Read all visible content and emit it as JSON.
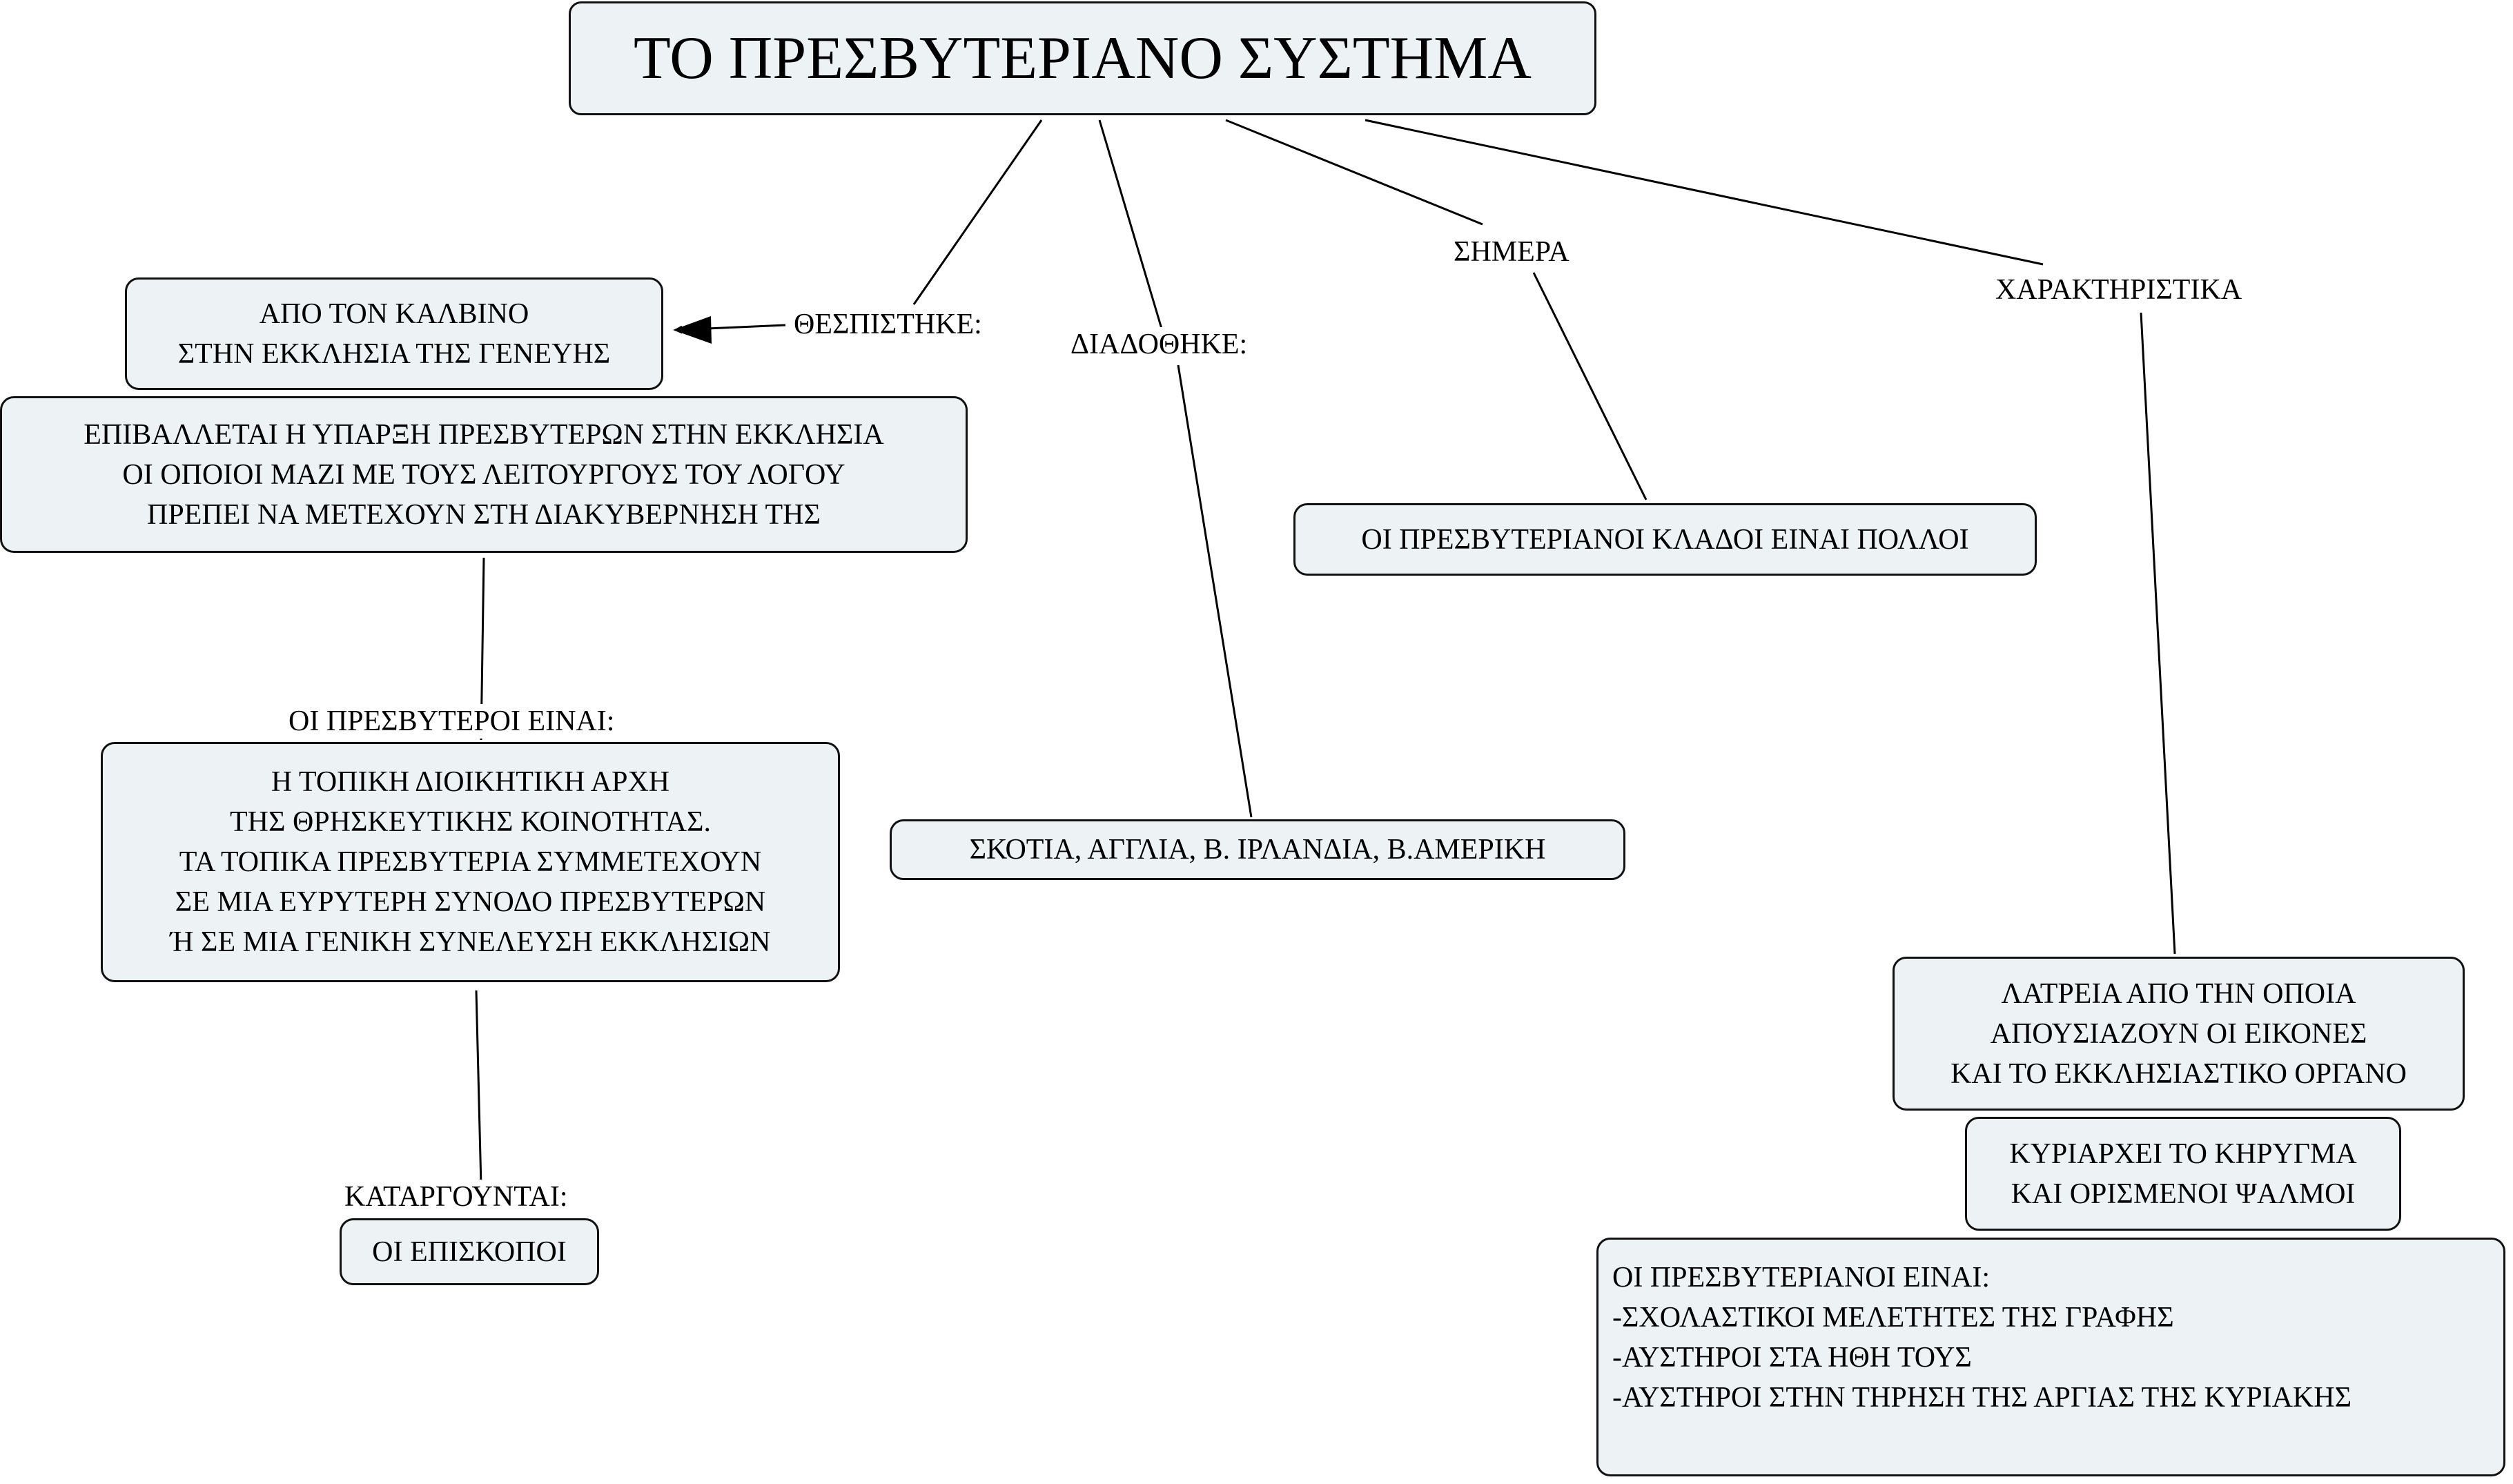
{
  "title": "ΤΟ ΠΡΕΣΒΥΤΕΡΙΑΝΟ ΣΥΣΤΗΜΑ",
  "links": {
    "established": "ΘΕΣΠΙΣΤΗΚΕ:",
    "spread": "ΔΙΑΔΟΘΗΚΕ:",
    "today": "ΣΗΜΕΡΑ",
    "features": "ΧΑΡΑΚΤΗΡΙΣΤΙΚΑ",
    "elders_are": "ΟΙ ΠΡΕΣΒΥΤΕΡΟΙ ΕΙΝΑΙ:",
    "abolished": "ΚΑΤΑΡΓΟΥΝΤΑΙ:"
  },
  "nodes": {
    "calvin": "ΑΠΟ ΤΟΝ ΚΑΛΒΙΝΟ\nΣΤΗΝ ΕΚΚΛΗΣΙΑ ΤΗΣ ΓΕΝΕΥΗΣ",
    "elders_required": "ΕΠΙΒΑΛΛΕΤΑΙ Η ΥΠΑΡΞΗ ΠΡΕΣΒΥΤΕΡΩΝ ΣΤΗΝ ΕΚΚΛΗΣΙΑ\nΟΙ ΟΠΟΙΟΙ ΜΑΖΙ ΜΕ ΤΟΥΣ ΛΕΙΤΟΥΡΓΟΥΣ ΤΟΥ ΛΟΓΟΥ\nΠΡΕΠΕΙ ΝΑ ΜΕΤΕΧΟΥΝ ΣΤΗ ΔΙΑΚΥΒΕΡΝΗΣΗ ΤΗΣ",
    "local_authority": "Η ΤΟΠΙΚΗ ΔΙΟΙΚΗΤΙΚΗ ΑΡΧΗ\nΤΗΣ ΘΡΗΣΚΕΥΤΙΚΗΣ ΚΟΙΝΟΤΗΤΑΣ.\nΤΑ ΤΟΠΙΚΑ ΠΡΕΣΒΥΤΕΡΙΑ ΣΥΜΜΕΤΕΧΟΥΝ\nΣΕ ΜΙΑ ΕΥΡΥΤΕΡΗ ΣΥΝΟΔΟ ΠΡΕΣΒΥΤΕΡΩΝ\nΉ ΣΕ ΜΙΑ ΓΕΝΙΚΗ ΣΥΝΕΛΕΥΣΗ ΕΚΚΛΗΣΙΩΝ",
    "bishops": "ΟΙ ΕΠΙΣΚΟΠΟΙ",
    "countries": "ΣΚΟΤΙΑ, ΑΓΓΛΙΑ, Β. ΙΡΛΑΝΔΙΑ, Β.ΑΜΕΡΙΚΗ",
    "branches": "ΟΙ ΠΡΕΣΒΥΤΕΡΙΑΝΟΙ ΚΛΑΔΟΙ ΕΙΝΑΙ ΠΟΛΛΟΙ",
    "worship": "ΛΑΤΡΕΙΑ ΑΠΟ ΤΗΝ ΟΠΟΙΑ\nΑΠΟΥΣΙΑΖΟΥΝ ΟΙ ΕΙΚΟΝΕΣ\nΚΑΙ ΤΟ ΕΚΚΛΗΣΙΑΣΤΙΚΟ ΟΡΓΑΝΟ",
    "preaching": "ΚΥΡΙΑΡΧΕΙ ΤΟ ΚΗΡΥΓΜΑ\nΚΑΙ ΟΡΙΣΜΕΝΟΙ ΨΑΛΜΟΙ",
    "presbyterians_are": "ΟΙ ΠΡΕΣΒΥΤΕΡΙΑΝΟΙ ΕΙΝΑΙ:\n-ΣΧΟΛΑΣΤΙΚΟΙ ΜΕΛΕΤΗΤΕΣ ΤΗΣ ΓΡΑΦΗΣ\n-ΑΥΣΤΗΡΟΙ ΣΤΑ ΗΘΗ ΤΟΥΣ\n-ΑΥΣΤΗΡΟΙ ΣΤΗΝ ΤΗΡΗΣΗ ΤΗΣ ΑΡΓΙΑΣ ΤΗΣ ΚΥΡΙΑΚΗΣ"
  },
  "colors": {
    "node_fill": "#edf3f5",
    "stroke": "#111111"
  }
}
